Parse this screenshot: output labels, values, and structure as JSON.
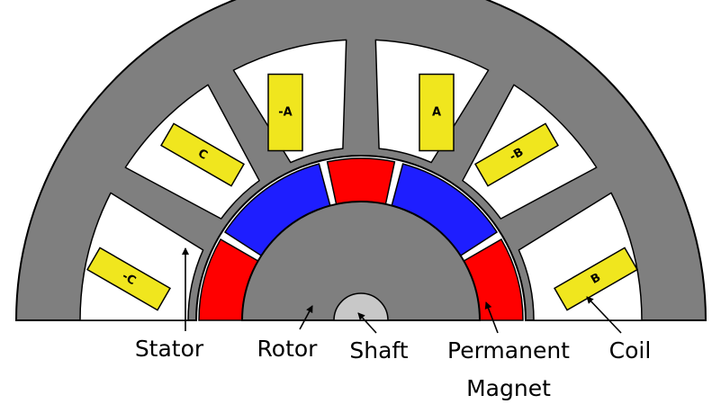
{
  "colors": {
    "stator": "#7f7f7f",
    "rotor": "#7f7f7f",
    "slot": "#ffffff",
    "coil": "#f0e61e",
    "magnet_red": "#ff0000",
    "magnet_blue": "#1e1eff",
    "shaft": "#c8c8c8",
    "outline": "#000000"
  },
  "coils": [
    {
      "label": "-C"
    },
    {
      "label": "C"
    },
    {
      "label": "-A"
    },
    {
      "label": "A"
    },
    {
      "label": "-B"
    },
    {
      "label": "B"
    }
  ],
  "magnets": [
    "red",
    "blue",
    "red",
    "blue",
    "red"
  ],
  "labels": {
    "stator": "Stator",
    "rotor": "Rotor",
    "shaft": "Shaft",
    "magnet_line1": "Permanent",
    "magnet_line2": "Magnet",
    "coil": "Coil"
  }
}
